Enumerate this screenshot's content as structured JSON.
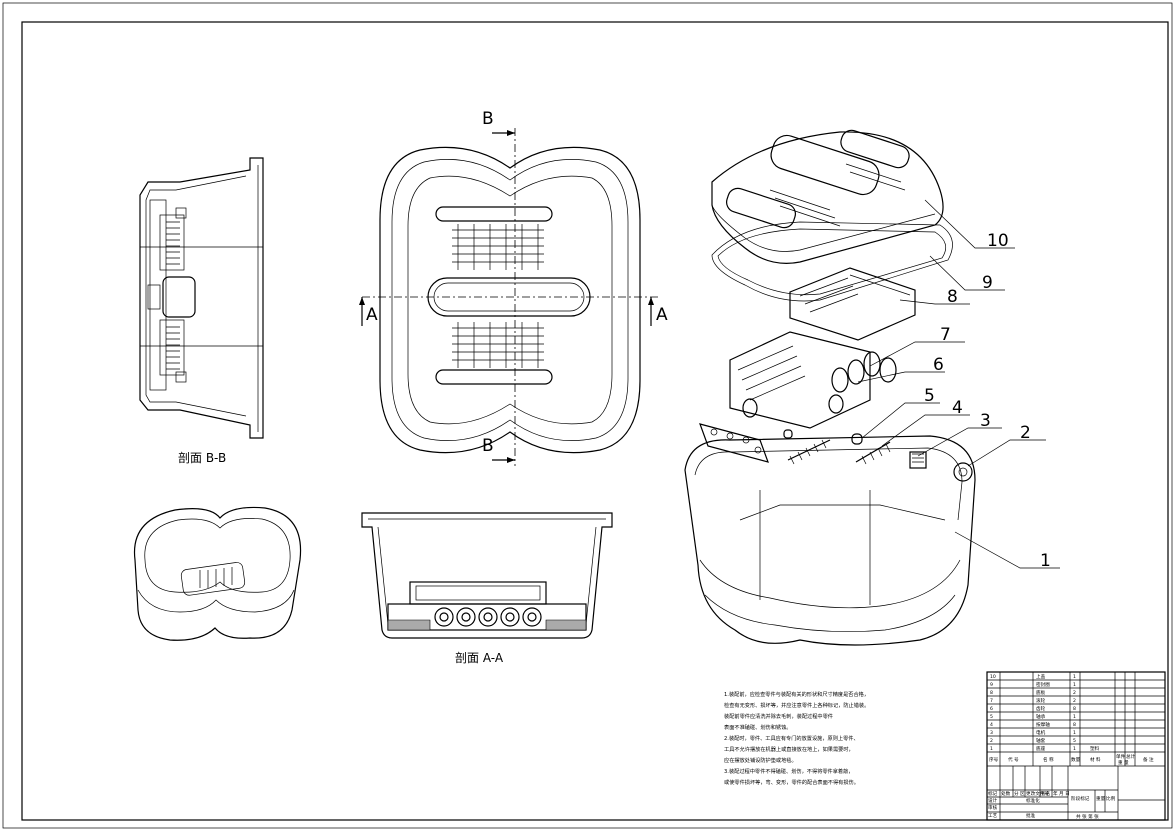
{
  "section_labels": {
    "bb_top": "B",
    "bb_bottom": "B",
    "aa_left": "A",
    "aa_right": "A",
    "caption_bb": "剖面 B-B",
    "caption_aa": "剖面 A-A"
  },
  "part_numbers": [
    "10",
    "9",
    "8",
    "7",
    "6",
    "5",
    "4",
    "3",
    "2",
    "1"
  ],
  "technical_notes": [
    "1.装配前，应检查零件与装配有关的形状和尺寸精度是否合格，",
    "检查有无变形、损坏等，并应注意零件上各种标记，防止错装。",
    "装配前零件应清洗并除去毛刺，装配过程中零件",
    "表面不准磕碰、划伤和锈蚀。",
    "2.装配时，零件、工具应有专门的放置设施，原则上零件、",
    "工具不允许摆放在机器上或直接放在地上，如果需要时，",
    "应在摆放处铺设防护垫或地毯。",
    "3.装配过程中零件不得磕碰、划伤，不得将零件拿着敲，",
    "或使零件损坏等，弯、变形，零件的配合表面不得有损伤。"
  ],
  "bom_rows": [
    {
      "no": "10",
      "name": "上盖",
      "qty": "1"
    },
    {
      "no": "9",
      "name": "密封圈",
      "qty": "1"
    },
    {
      "no": "8",
      "name": "底板",
      "qty": "2"
    },
    {
      "no": "7",
      "name": "滚轮",
      "qty": "2"
    },
    {
      "no": "6",
      "name": "齿轮",
      "qty": "8"
    },
    {
      "no": "5",
      "name": "轴承",
      "qty": "1"
    },
    {
      "no": "4",
      "name": "按摩轴",
      "qty": "8"
    },
    {
      "no": "3",
      "name": "电机",
      "qty": "1"
    },
    {
      "no": "2",
      "name": "轴套",
      "qty": "5"
    },
    {
      "no": "1",
      "name": "底座",
      "qty": "1",
      "material": "塑料"
    }
  ],
  "bom_header": {
    "no": "序号",
    "code": "代 号",
    "name": "名 称",
    "qty": "数量",
    "material": "材 料",
    "unit_weight": "单件",
    "total_weight": "总计",
    "weight": "重 量",
    "remark": "备 注"
  },
  "title_block": {
    "marks": "标记",
    "count": "处数",
    "zone": "分 区",
    "change_doc": "更改文件号",
    "signature": "签名",
    "date": "年 月 日",
    "design": "设计",
    "standardize": "标准化",
    "stage_mark": "阶段标记",
    "weight": "重量",
    "scale": "比例",
    "check": "审核",
    "process": "工艺",
    "approve": "批准",
    "sheets": "共 张 第 张"
  }
}
